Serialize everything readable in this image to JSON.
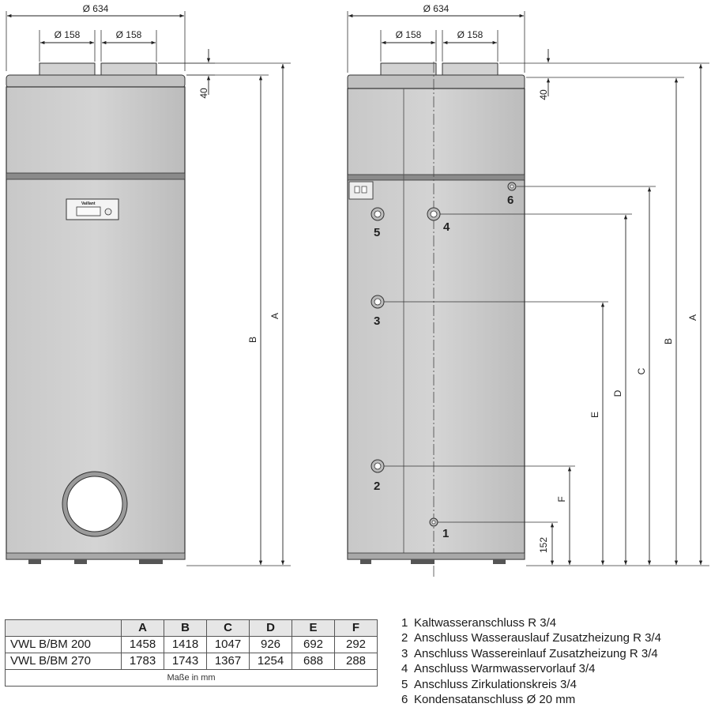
{
  "drawing": {
    "left_view": {
      "width_dim": "Ø 634",
      "duct_dims": [
        "Ø 158",
        "Ø 158"
      ],
      "top_dim": "40",
      "height_labels": [
        "B",
        "A"
      ],
      "brand": "Vaillant"
    },
    "right_view": {
      "width_dim": "Ø 634",
      "duct_dims": [
        "Ø 158",
        "Ø 158"
      ],
      "top_dim": "40",
      "bottom_dim": "152",
      "height_labels": [
        "F",
        "E",
        "D",
        "C",
        "B",
        "A"
      ],
      "connection_numbers": [
        "1",
        "2",
        "3",
        "4",
        "5",
        "6"
      ]
    }
  },
  "table": {
    "columns": [
      "A",
      "B",
      "C",
      "D",
      "E",
      "F"
    ],
    "rows": [
      {
        "model": "VWL B/BM 200",
        "values": [
          "1458",
          "1418",
          "1047",
          "926",
          "692",
          "292"
        ]
      },
      {
        "model": "VWL B/BM 270",
        "values": [
          "1783",
          "1743",
          "1367",
          "1254",
          "688",
          "288"
        ]
      }
    ],
    "units_note": "Maße in mm"
  },
  "legend": [
    {
      "num": "1",
      "text": "Kaltwasseranschluss R 3/4"
    },
    {
      "num": "2",
      "text": "Anschluss Wasserauslauf Zusatzheizung R 3/4"
    },
    {
      "num": "3",
      "text": "Anschluss Wassereinlauf Zusatzheizung R 3/4"
    },
    {
      "num": "4",
      "text": "Anschluss Warmwasservorlauf 3/4"
    },
    {
      "num": "5",
      "text": "Anschluss Zirkulationskreis 3/4"
    },
    {
      "num": "6",
      "text": "Kondensatanschluss Ø 20 mm"
    }
  ]
}
